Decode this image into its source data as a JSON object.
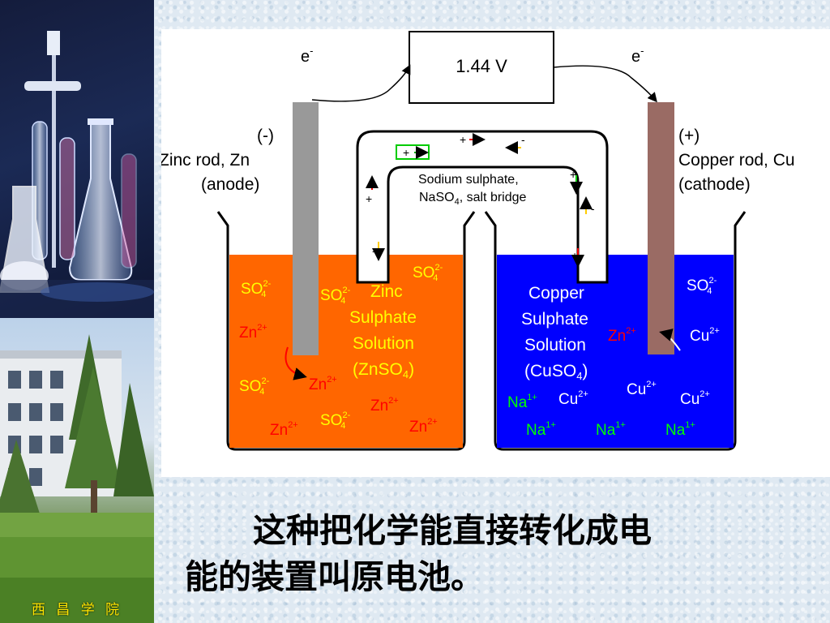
{
  "sidebar": {
    "school_name": "西 昌 学 院"
  },
  "diagram": {
    "voltmeter_reading": "1.44 V",
    "electron_left": "e",
    "electron_right": "e",
    "electron_sup": "-",
    "anode": {
      "sign": "(-)",
      "name": "Zinc rod, Zn",
      "role": "(anode)"
    },
    "cathode": {
      "sign": "(+)",
      "name": "Copper rod, Cu",
      "role": "(cathode)"
    },
    "salt_bridge": {
      "line1": "Sodium sulphate,",
      "line2": "NaSO",
      "line2_sub": "4",
      "line2_rest": ", salt bridge"
    },
    "left_solution": {
      "line1": "Zinc",
      "line2": "Sulphate",
      "line3": "Solution",
      "line4": "(ZnSO",
      "line4_sub": "4",
      "line4_end": ")"
    },
    "right_solution": {
      "line1": "Copper",
      "line2": "Sulphate",
      "line3": "Solution",
      "line4": "(CuSO",
      "line4_sub": "4",
      "line4_end": ")"
    },
    "ions": {
      "so4": "SO",
      "so4_sup": "2-",
      "so4_sub": "4",
      "zn": "Zn",
      "zn_sup": "2+",
      "cu": "Cu",
      "cu_sup": "2+",
      "na": "Na",
      "na_sup": "1+"
    },
    "signs": {
      "plus": "+",
      "minus": "-"
    }
  },
  "caption": {
    "line1": "这种把化学能直接转化成电",
    "line2": "能的装置叫原电池。"
  },
  "colors": {
    "zinc_solution": "#ff6600",
    "copper_solution": "#0000ff",
    "zinc_rod": "#999999",
    "copper_rod": "#9a6b64",
    "ion_yellow": "#ffff00",
    "ion_red": "#ff0000",
    "ion_green": "#00ff00",
    "solution_label_left": "#ffff00",
    "solution_label_right": "#ffffff",
    "school_name": "#ffe500"
  }
}
